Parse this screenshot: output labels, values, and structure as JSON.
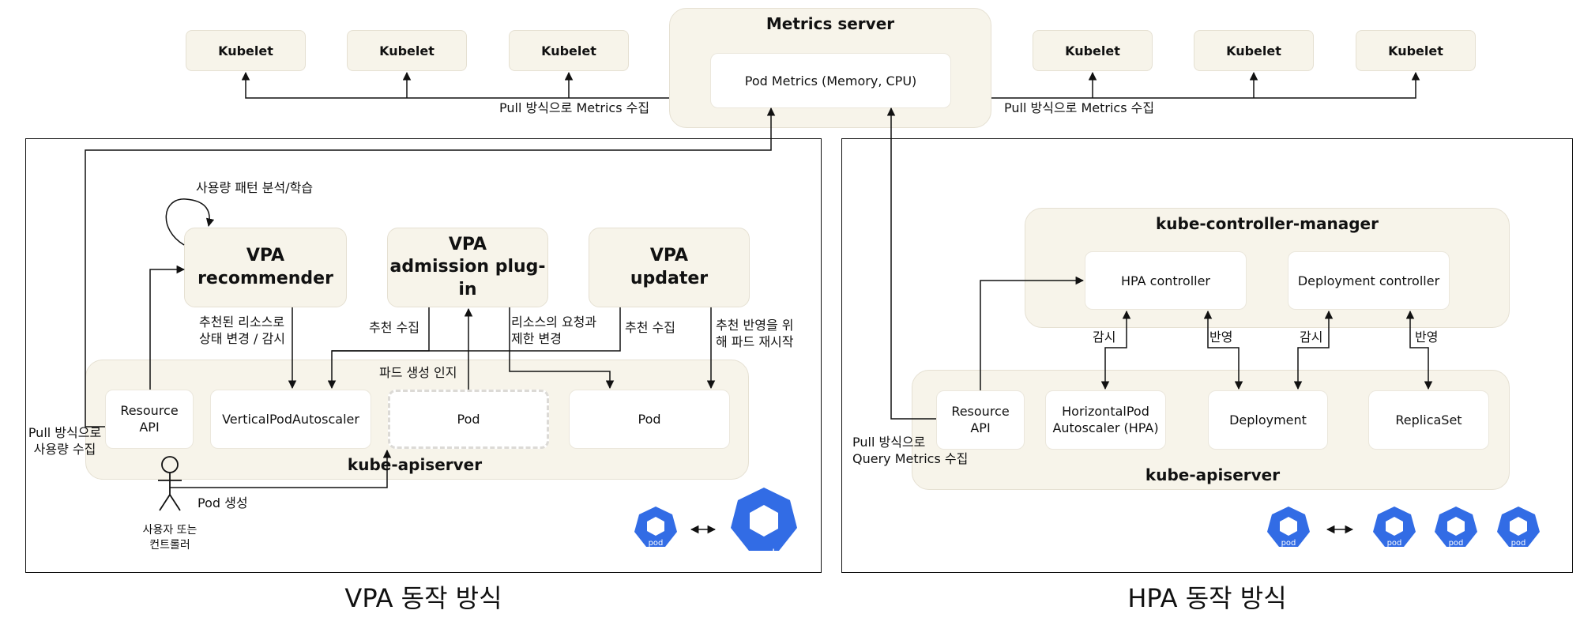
{
  "metrics_server": {
    "title": "Metrics server",
    "pod_metrics": "Pod Metrics (Memory, CPU)",
    "pull_label_left": "Pull 방식으로 Metrics 수집",
    "pull_label_right": "Pull 방식으로 Metrics 수집"
  },
  "kubelet_label": "Kubelet",
  "vpa": {
    "caption": "VPA 동작 방식",
    "recommender_line1": "VPA",
    "recommender_line2": "recommender",
    "admission_line1": "VPA",
    "admission_line2": "admission plug-in",
    "updater_line1": "VPA",
    "updater_line2": "updater",
    "usage_pattern": "사용량 패턴 분석/학습",
    "recommended_status_line1": "추천된 리소스로",
    "recommended_status_line2": "상태 변경 / 감시",
    "collect_rec_left": "추천 수집",
    "request_limit_line1": "리소스의 요청과",
    "request_limit_line2": "제한 변경",
    "collect_rec_right": "추천 수집",
    "restart_line1": "추천 반영을 위",
    "restart_line2": "해 파드 재시작",
    "pod_creation_aware": "파드 생성 인지",
    "resource_api_line1": "Resource",
    "resource_api_line2": "API",
    "vpa_object": "VerticalPodAutoscaler",
    "pod_pending": "Pod",
    "pod_running": "Pod",
    "apiserver_title": "kube-apiserver",
    "pull_usage_line1": "Pull 방식으로",
    "pull_usage_line2": "사용량 수집",
    "pod_create": "Pod 생성",
    "actor_line1": "사용자 또는",
    "actor_line2": "컨트롤러",
    "pod_icon_label": "pod"
  },
  "hpa": {
    "caption": "HPA 동작 방식",
    "controller_manager_title": "kube-controller-manager",
    "hpa_controller": "HPA controller",
    "deployment_controller": "Deployment controller",
    "watch_1": "감시",
    "apply_1": "반영",
    "watch_2": "감시",
    "apply_2": "반영",
    "resource_api_line1": "Resource",
    "resource_api_line2": "API",
    "hpa_object_line1": "HorizontalPod",
    "hpa_object_line2": "Autoscaler (HPA)",
    "deployment": "Deployment",
    "replicaset": "ReplicaSet",
    "apiserver_title": "kube-apiserver",
    "pull_query_line1": "Pull 방식으로",
    "pull_query_line2": "Query Metrics 수집",
    "pod_icon_label": "pod"
  },
  "colors": {
    "container_fill": "#f7f4ea",
    "pod_icon_blue": "#326ce5"
  }
}
